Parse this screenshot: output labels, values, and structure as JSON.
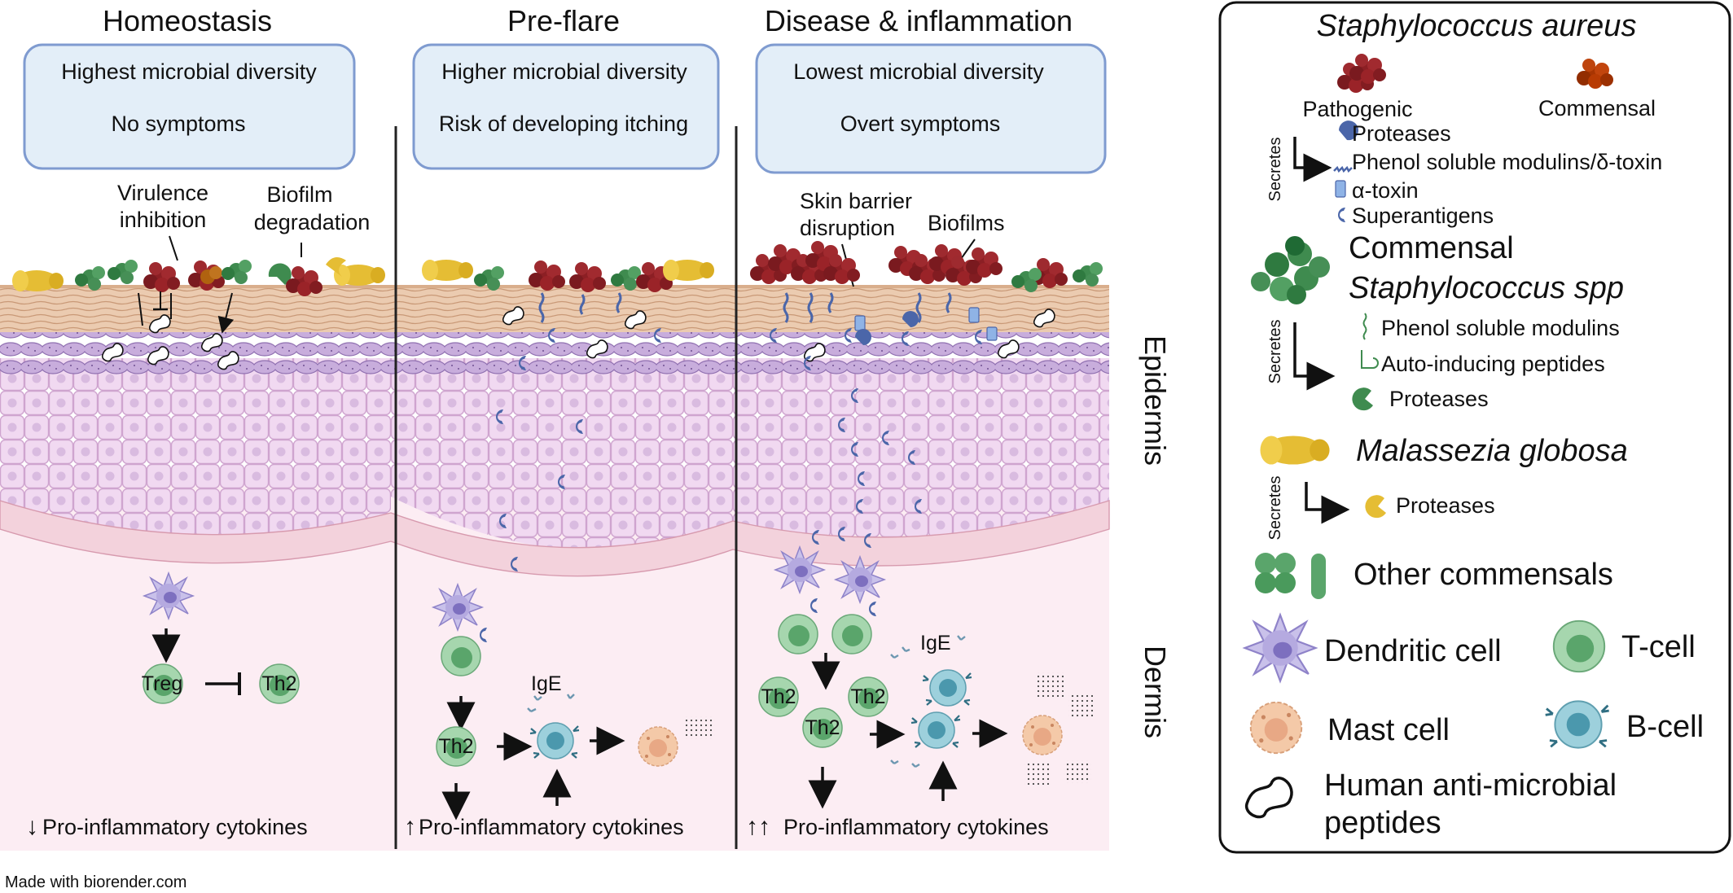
{
  "panels": [
    {
      "title": "Homeostasis",
      "box_lines": [
        "Highest microbial diversity",
        "No symptoms"
      ],
      "annotations": [
        "Virulence",
        "inhibition",
        "Biofilm",
        "degradation"
      ],
      "cytokines": "Pro-inflammatory cytokines",
      "cells": [
        "Treg",
        "Th2"
      ]
    },
    {
      "title": "Pre-flare",
      "box_lines": [
        "Higher microbial diversity",
        "Risk of developing itching"
      ],
      "cytokines": "Pro-inflammatory cytokines",
      "cells": [
        "Th2"
      ],
      "antibody": "IgE"
    },
    {
      "title": "Disease & inflammation",
      "box_lines": [
        "Lowest microbial diversity",
        "Overt symptoms"
      ],
      "annotations": [
        "Skin barrier",
        "disruption",
        "Biofilms"
      ],
      "cytokines": "Pro-inflammatory cytokines",
      "cells": [
        "Th2",
        "Th2",
        "Th2"
      ],
      "antibody": "IgE"
    }
  ],
  "layers": {
    "epidermis": "Epidermis",
    "dermis": "Dermis"
  },
  "legend": {
    "s_aureus": {
      "title": "Staphylococcus aureus",
      "pathogenic": "Pathogenic",
      "commensal": "Commensal",
      "secretes": "Secretes",
      "items": [
        "Proteases",
        "Phenol soluble modulins/δ-toxin",
        "α-toxin",
        "Superantigens"
      ]
    },
    "commensal_staph": {
      "title_line1": "Commensal",
      "title_line2": "Staphylococcus spp",
      "secretes": "Secretes",
      "items": [
        "Phenol soluble modulins",
        "Auto-inducing peptides",
        "Proteases"
      ]
    },
    "malassezia": {
      "title": "Malassezia globosa",
      "secretes": "Secretes",
      "items": [
        "Proteases"
      ]
    },
    "other_commensals": "Other commensals",
    "dendritic_cell": "Dendritic cell",
    "t_cell": "T-cell",
    "mast_cell": "Mast cell",
    "b_cell": "B-cell",
    "amp_line1": "Human anti-microbial",
    "amp_line2": "peptides"
  },
  "footer": "Made with biorender.com",
  "colors": {
    "box_fill": "#e3eef8",
    "box_stroke": "#7f9bd0",
    "stratum_corneum": "#ebcbb0",
    "basal_purple": "#c8addc",
    "spinous": "#f1d9f1",
    "basal_cells": "#f3d2dc",
    "dermis": "#fcedf3",
    "pathogenic_staph": "#8c1f24",
    "commensal_saureus": "#b0620f",
    "commensal_staph": "#3f8b4f",
    "malassezia": "#e5bd34",
    "dendritic": "#a79bd6",
    "t_cell": "#a6d6ae",
    "b_cell": "#9dd0dc",
    "mast_cell": "#f4c9a8",
    "toxin": "#4b66a9"
  }
}
